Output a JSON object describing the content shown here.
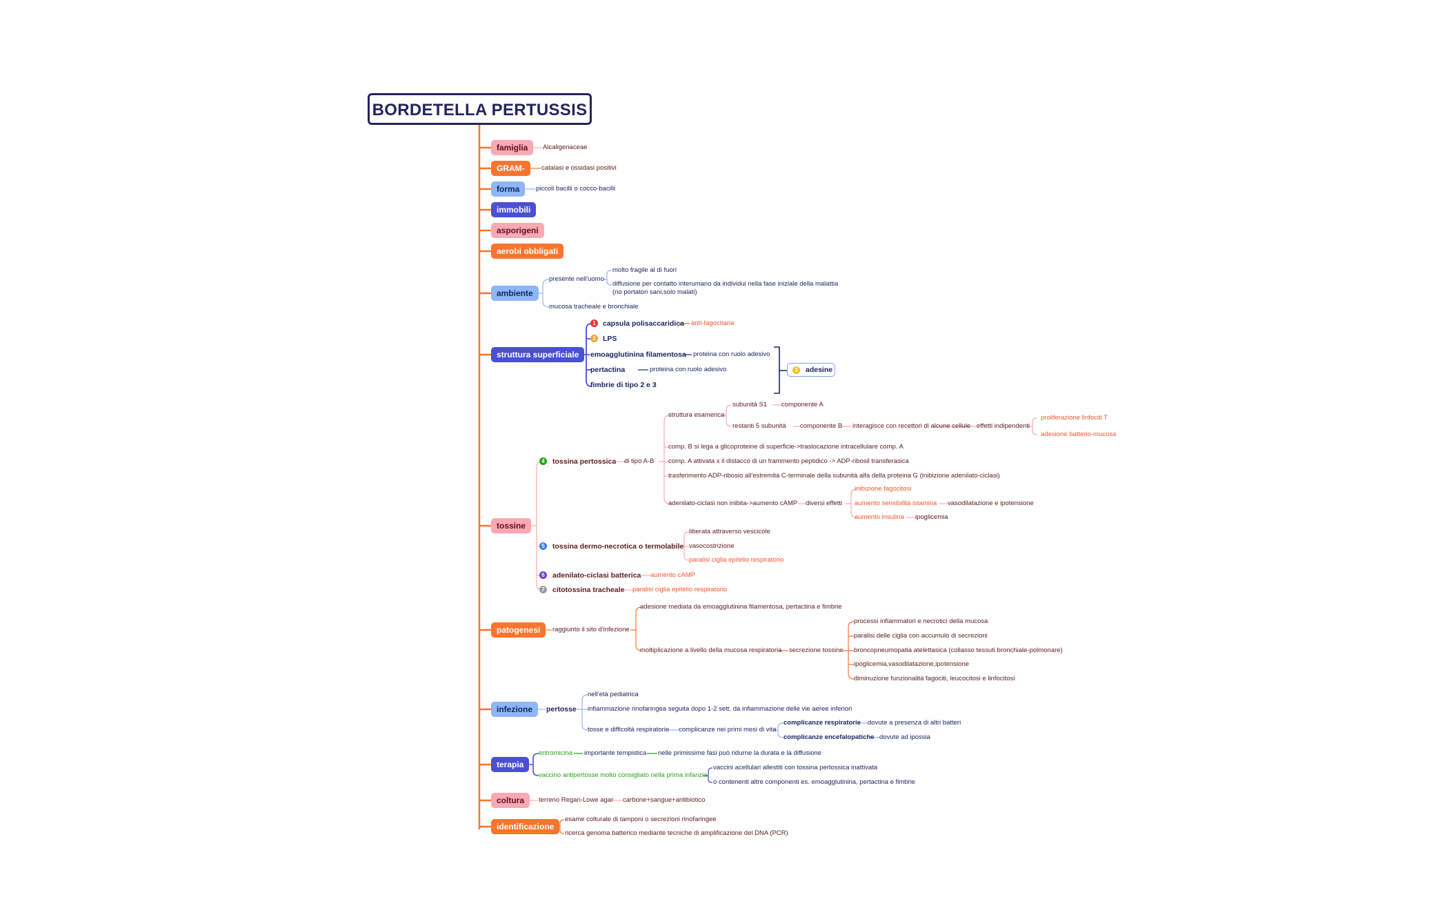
{
  "root": "BORDETELLA PERTUSSIS",
  "colors": {
    "line": "#f9742e",
    "navy": "#1c2360",
    "red": "#f4532b",
    "green": "#2aa11a",
    "blue": "#8fb6f6",
    "indigo": "#4a4fd3"
  },
  "topics": {
    "famiglia": "famiglia",
    "gram": "GRAM-",
    "forma": "forma",
    "immobili": "immobili",
    "asporigeni": "asporigeni",
    "aerobi": "aerobi obbligati",
    "ambiente": "ambiente",
    "struttura": "struttura superficiale",
    "tossine": "tossine",
    "patogenesi": "patogenesi",
    "infezione": "infezione",
    "terapia": "terapia",
    "coltura": "coltura",
    "identificazione": "identificazione"
  },
  "famiglia": {
    "value": "Alcaligenaceae"
  },
  "gram": {
    "value": "catalasi e ossidasi positivi"
  },
  "forma": {
    "value": "piccoli bacilli o cocco-bacilli"
  },
  "ambiente": {
    "presente": "presente nell'uomo",
    "fragile": "molto fragile al di fuori",
    "diffusione": "diffusione per contatto interumano da individui nella fase iniziale della malattia",
    "portatori": "(no portatori sani,solo malati)",
    "mucosa": "mucosa tracheale e bronchiale"
  },
  "struttura": {
    "capsula": "capsula polisaccaridica",
    "capsula_note": "anti-fagocitaria",
    "lps": "LPS",
    "emoagglutinina": "emoagglutinina filamentosa",
    "emo_note": "proteina con ruolo adesivo",
    "pertactina": "pertactina",
    "pert_note": "proteina con ruolo adesivo",
    "fimbrie": "fimbrie di tipo 2 e 3",
    "adesine": "adesine"
  },
  "markers": {
    "m1": "1",
    "m2": "2",
    "m3": "3",
    "m4": "4",
    "m5": "5",
    "m6": "6",
    "m7": "7"
  },
  "tossine": {
    "pertossica": "tossina pertossica",
    "tipo": "di tipo A-B",
    "esamerica": "struttura esamerica",
    "s1": "subunità S1",
    "compA": "componente A",
    "restanti": "restanti 5 subunità",
    "compB": "componente B",
    "interagisce": "interagisce con recettori di alcune cellule",
    "effetti_ind": "effetti indipendenti",
    "prolif": "proliferazione linfociti T",
    "adesione_bm": "adesione batterio-mucosa",
    "step1": "comp. B si lega a glicoproteine di superficie->traslocazione intracellulare comp. A",
    "step2": "comp. A attivata x il distacco di un frammento peptidico -> ADP-ribosil transferasica",
    "step3": "trasferimento ADP-ribosio all'estremità C-terminale della subunità alfa della proteina G (inibizione adenilato-ciclasi)",
    "step4": "adenilato-ciclasi non inibita->aumento cAMP",
    "diversi": "diversi effetti",
    "inib_fago": "inibizione fagocitosi",
    "istamina": "aumento sensibilità istamina",
    "vasodil": "vasodilatazione e ipotensione",
    "insulina": "aumento insulina",
    "ipoglic": "ipoglicemia",
    "dermo": "tossina dermo-necrotica o termolabile",
    "liberata": "liberata attraverso vescicole",
    "vasocos": "vasocostrizione",
    "paralisi1": "paralisi ciglia epitelio respiratorio",
    "adenilato": "adenilato-ciclasi batterica",
    "aumento_camp": "aumento cAMP",
    "citotossina": "citotossina tracheale",
    "paralisi2": "paralisi ciglia epitelio respiratorio"
  },
  "patogenesi": {
    "raggiunto": "raggiunto il sito d'infezione",
    "adesione": "adesione mediata da emoagglutinina filamentosa, pertactina e fimbrie",
    "molt": "moltiplicazione a livello della mucosa respiratoria",
    "secrezione": "secrezione tossine",
    "e1": "processi infiammatori e necrotici della mucosa",
    "e2": "paralisi delle ciglia con accumulo di secrezioni",
    "e3": "broncopneumopatia atelettasica (collasso tessuti bronchiale-polmonare)",
    "e4": "ipoglicemia,vasodilatazione,ipotensione",
    "e5": "diminuzione funzionalità fagociti, leucocitosi e linfocitosi"
  },
  "infezione": {
    "pertosse": "pertosse",
    "pediatrica": "nell'età pediatrica",
    "inf": "infiammazione rinofaringea seguita dopo 1-2 sett. da infiammazione delle vie aeree inferiori",
    "tosse": "tosse e difficoltà respiratorie",
    "complicanze": "complicanze nei primi mesi di vita",
    "resp": "complicanze respiratorie",
    "resp_note": "dovute a presenza di altri batteri",
    "enc": "complicanze encefalopatiche",
    "enc_note": "dovute ad ipossia"
  },
  "terapia": {
    "eritro": "eritromicina",
    "tempistica": "importante tempistica",
    "fasi": "nelle primissime fasi può ridurne la durata e la diffusione",
    "vaccino": "vaccino antipertosse molto consigliato nella prima infanzia",
    "v1": "vaccini acellulari allestiti con tossina pertossica inattivata",
    "v2": "o contenenti altre componenti es. emoagglutinina, pertactina e fimbrie"
  },
  "coltura": {
    "terreno": "terreno Regan-Lowe agar",
    "carbone": "carbone+sangue+antibiotico"
  },
  "identificazione": {
    "esame": "esame colturale di tamponi o secrezioni rinofaringee",
    "ricerca": "ricerca genoma batterico mediante tecniche di amplificazione del DNA (PCR)"
  }
}
